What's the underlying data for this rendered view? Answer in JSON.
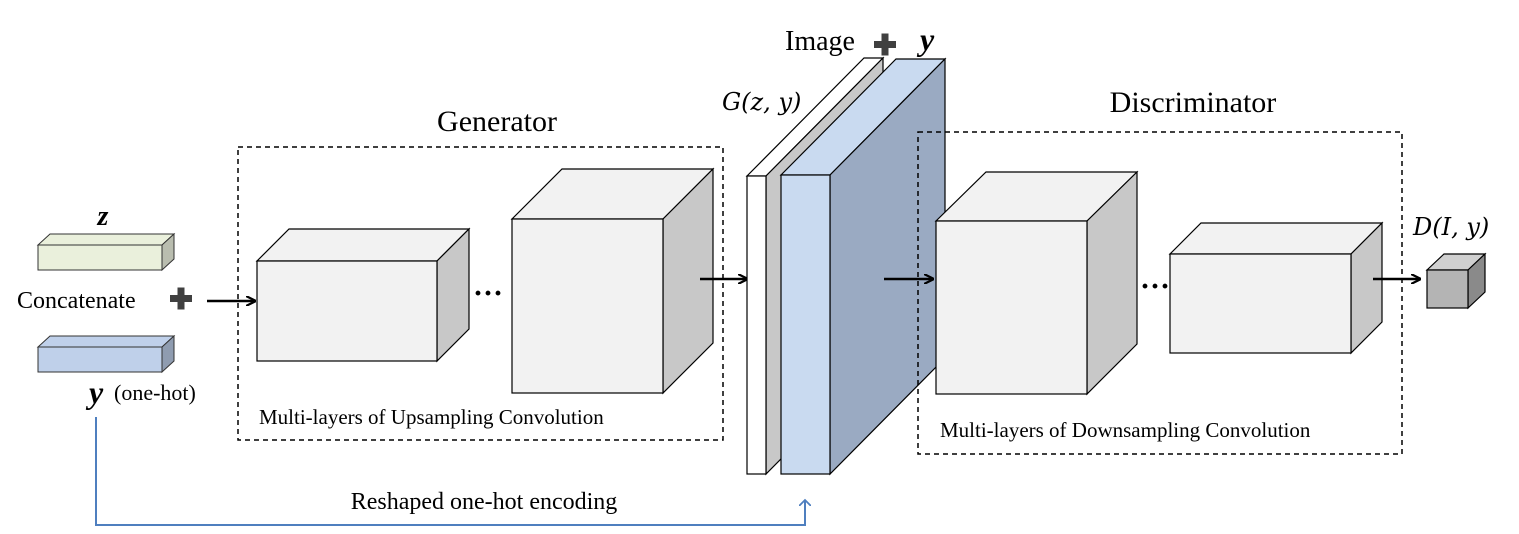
{
  "inputs": {
    "z_label": "z",
    "concat_label": "Concatenate",
    "y_label": "y",
    "y_suffix": "(one-hot)"
  },
  "generator": {
    "title": "Generator",
    "caption": "Multi-layers of Upsampling Convolution",
    "ellipsis": "···"
  },
  "image_stack": {
    "image_label": "Image",
    "y_label": "y",
    "gzy_label": "G(z, y)"
  },
  "discriminator": {
    "title": "Discriminator",
    "caption": "Multi-layers of Downsampling Convolution",
    "ellipsis": "···",
    "output_label": "D(I, y)"
  },
  "feedback": {
    "label": "Reshaped one-hot encoding"
  },
  "colors": {
    "z_bar": "#eaf0dc",
    "y_bar": "#bfd0ea",
    "cube_front": "#f2f2f2",
    "cube_side": "#c8c8c8",
    "blue_front": "#c9daf0",
    "blue_side": "#9aaac2",
    "feedback_line": "#4f7fbf",
    "output_cube": "#b4b4b4"
  }
}
